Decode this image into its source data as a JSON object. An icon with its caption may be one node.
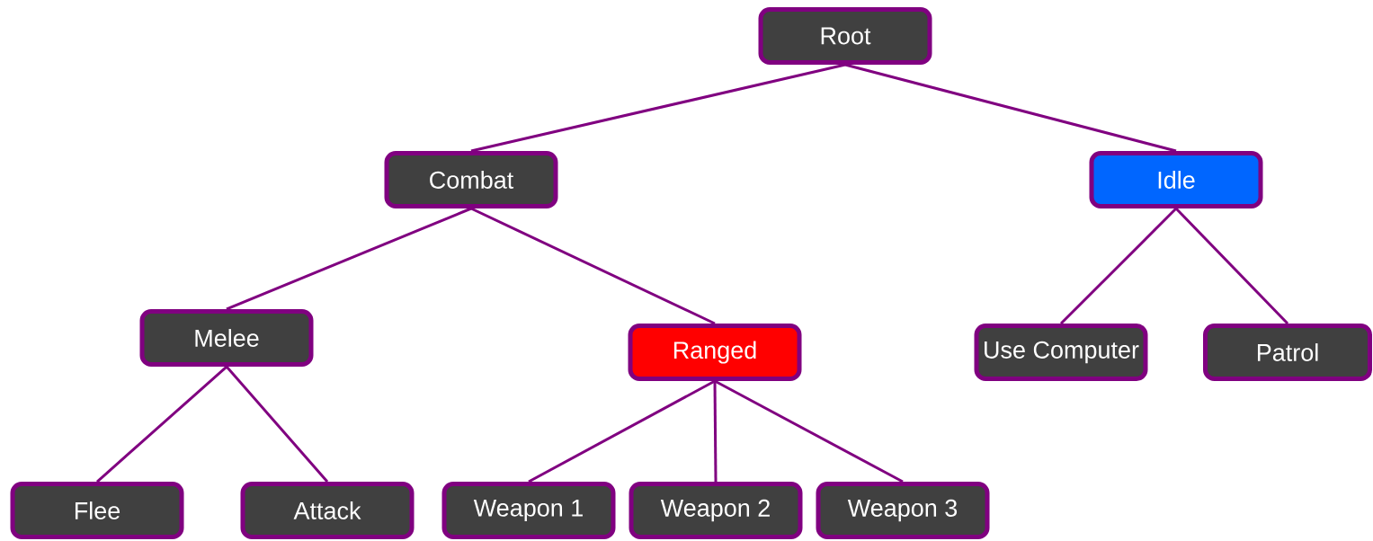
{
  "diagram": {
    "nodes": [
      {
        "text": [
          "Root"
        ]
      },
      {
        "text": [
          "Combat"
        ]
      },
      {
        "text": [
          "Idle"
        ]
      },
      {
        "text": [
          "Melee"
        ]
      },
      {
        "text": [
          "Ranged"
        ]
      },
      {
        "text": [
          "Use Computer"
        ]
      },
      {
        "text": [
          "Patrol"
        ]
      },
      {
        "text": [
          "Flee"
        ]
      },
      {
        "text": [
          "Attack"
        ]
      },
      {
        "text": [
          "Weapon 1"
        ]
      },
      {
        "text": [
          "Weapon 2"
        ]
      },
      {
        "text": [
          "Weapon 3"
        ]
      }
    ],
    "edges": [
      {
        "from": 0,
        "to": 1,
        "arrow": "none"
      },
      {
        "from": 0,
        "to": 2,
        "arrow": "none"
      },
      {
        "from": 1,
        "to": 3,
        "arrow": "none"
      },
      {
        "from": 1,
        "to": 4,
        "arrow": "none"
      },
      {
        "from": 2,
        "to": 5,
        "arrow": "none"
      },
      {
        "from": 2,
        "to": 6,
        "arrow": "none"
      },
      {
        "from": 3,
        "to": 7,
        "arrow": "none"
      },
      {
        "from": 3,
        "to": 8,
        "arrow": "none"
      },
      {
        "from": 4,
        "to": 9,
        "arrow": "none"
      },
      {
        "from": 4,
        "to": 10,
        "arrow": "none"
      },
      {
        "from": 4,
        "to": 11,
        "arrow": "none"
      }
    ]
  }
}
